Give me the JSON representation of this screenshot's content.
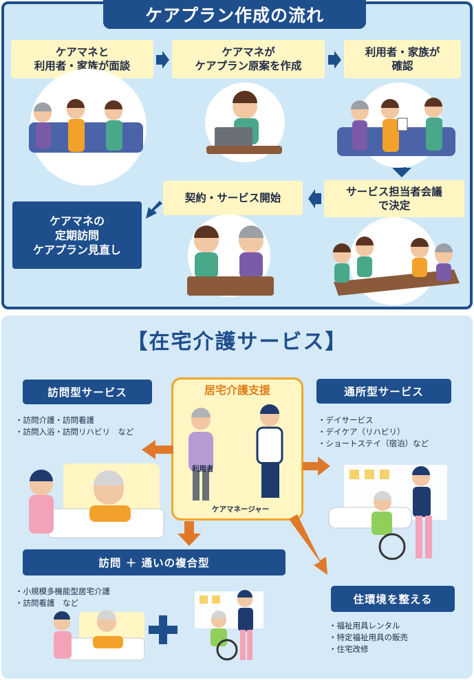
{
  "flow": {
    "title": "ケアプラン作成の流れ",
    "step1": [
      "ケアマネと",
      "利用者・家族が面談"
    ],
    "step2": [
      "ケアマネが",
      "ケアプラン原案を作成"
    ],
    "step3": [
      "利用者・家族が",
      "確認"
    ],
    "step4": [
      "サービス担当者会議",
      "で決定"
    ],
    "step5": "契約・サービス開始",
    "step6": [
      "ケアマネの",
      "定期訪問",
      "ケアプラン見直し"
    ]
  },
  "services": {
    "title": "【在宅介護サービス】",
    "visit": {
      "label": "訪問型サービス",
      "items": [
        "・訪問介護・訪問看護",
        "・訪問入浴・訪問リハビリ　など"
      ]
    },
    "care_support": {
      "label": "居宅介護支援",
      "user_label": "利用者",
      "manager_label": "ケアマネージャー"
    },
    "daycare": {
      "label": "通所型サービス",
      "items": [
        "・デイサービス",
        "・デイケア（リハビリ）",
        "・ショートステイ（宿泊）など"
      ]
    },
    "combined": {
      "label": "訪問 ＋ 通いの複合型",
      "items": [
        "・小規模多機能型居宅介護",
        "・訪問看護　など"
      ]
    },
    "environment": {
      "label": "住環境を整える",
      "items": [
        "・福祉用具レンタル",
        "・特定福祉用具の販売",
        "・住宅改修"
      ]
    }
  },
  "colors": {
    "navy": "#1e4e8c",
    "cream": "#fff6c4",
    "orange_arrow": "#e0782a",
    "panel_blue": "#cfe8f7"
  }
}
